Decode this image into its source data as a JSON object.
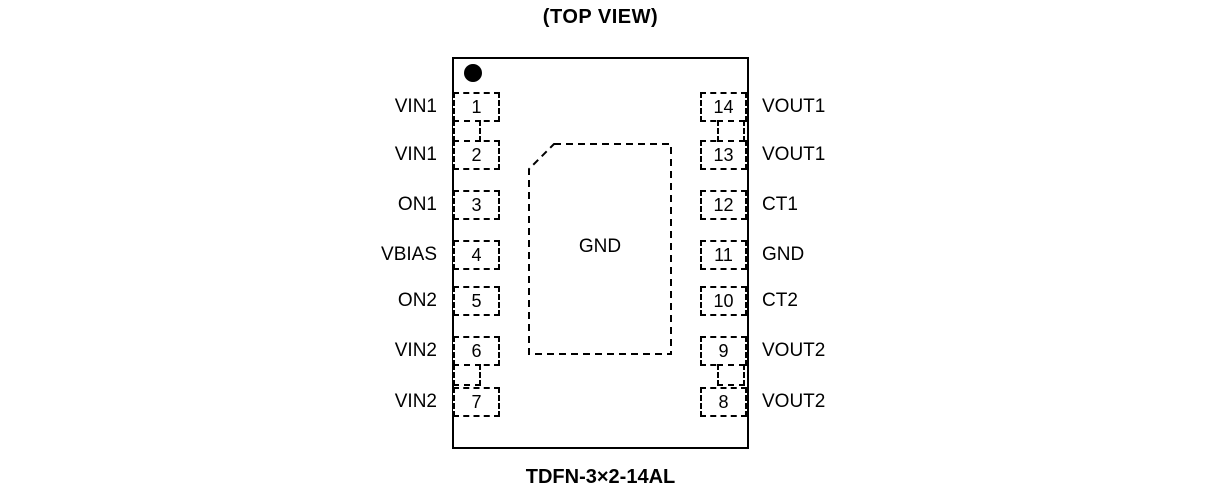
{
  "title": "(TOP VIEW)",
  "package_label": "TDFN-3×2-14AL",
  "center_pad_label": "GND",
  "colors": {
    "line": "#000000",
    "background": "#ffffff"
  },
  "pins": {
    "left": [
      {
        "number": "1",
        "label": "VIN1"
      },
      {
        "number": "2",
        "label": "VIN1"
      },
      {
        "number": "3",
        "label": "ON1"
      },
      {
        "number": "4",
        "label": "VBIAS"
      },
      {
        "number": "5",
        "label": "ON2"
      },
      {
        "number": "6",
        "label": "VIN2"
      },
      {
        "number": "7",
        "label": "VIN2"
      }
    ],
    "right": [
      {
        "number": "14",
        "label": "VOUT1"
      },
      {
        "number": "13",
        "label": "VOUT1"
      },
      {
        "number": "12",
        "label": "CT1"
      },
      {
        "number": "11",
        "label": "GND"
      },
      {
        "number": "10",
        "label": "CT2"
      },
      {
        "number": "9",
        "label": "VOUT2"
      },
      {
        "number": "8",
        "label": "VOUT2"
      }
    ]
  }
}
